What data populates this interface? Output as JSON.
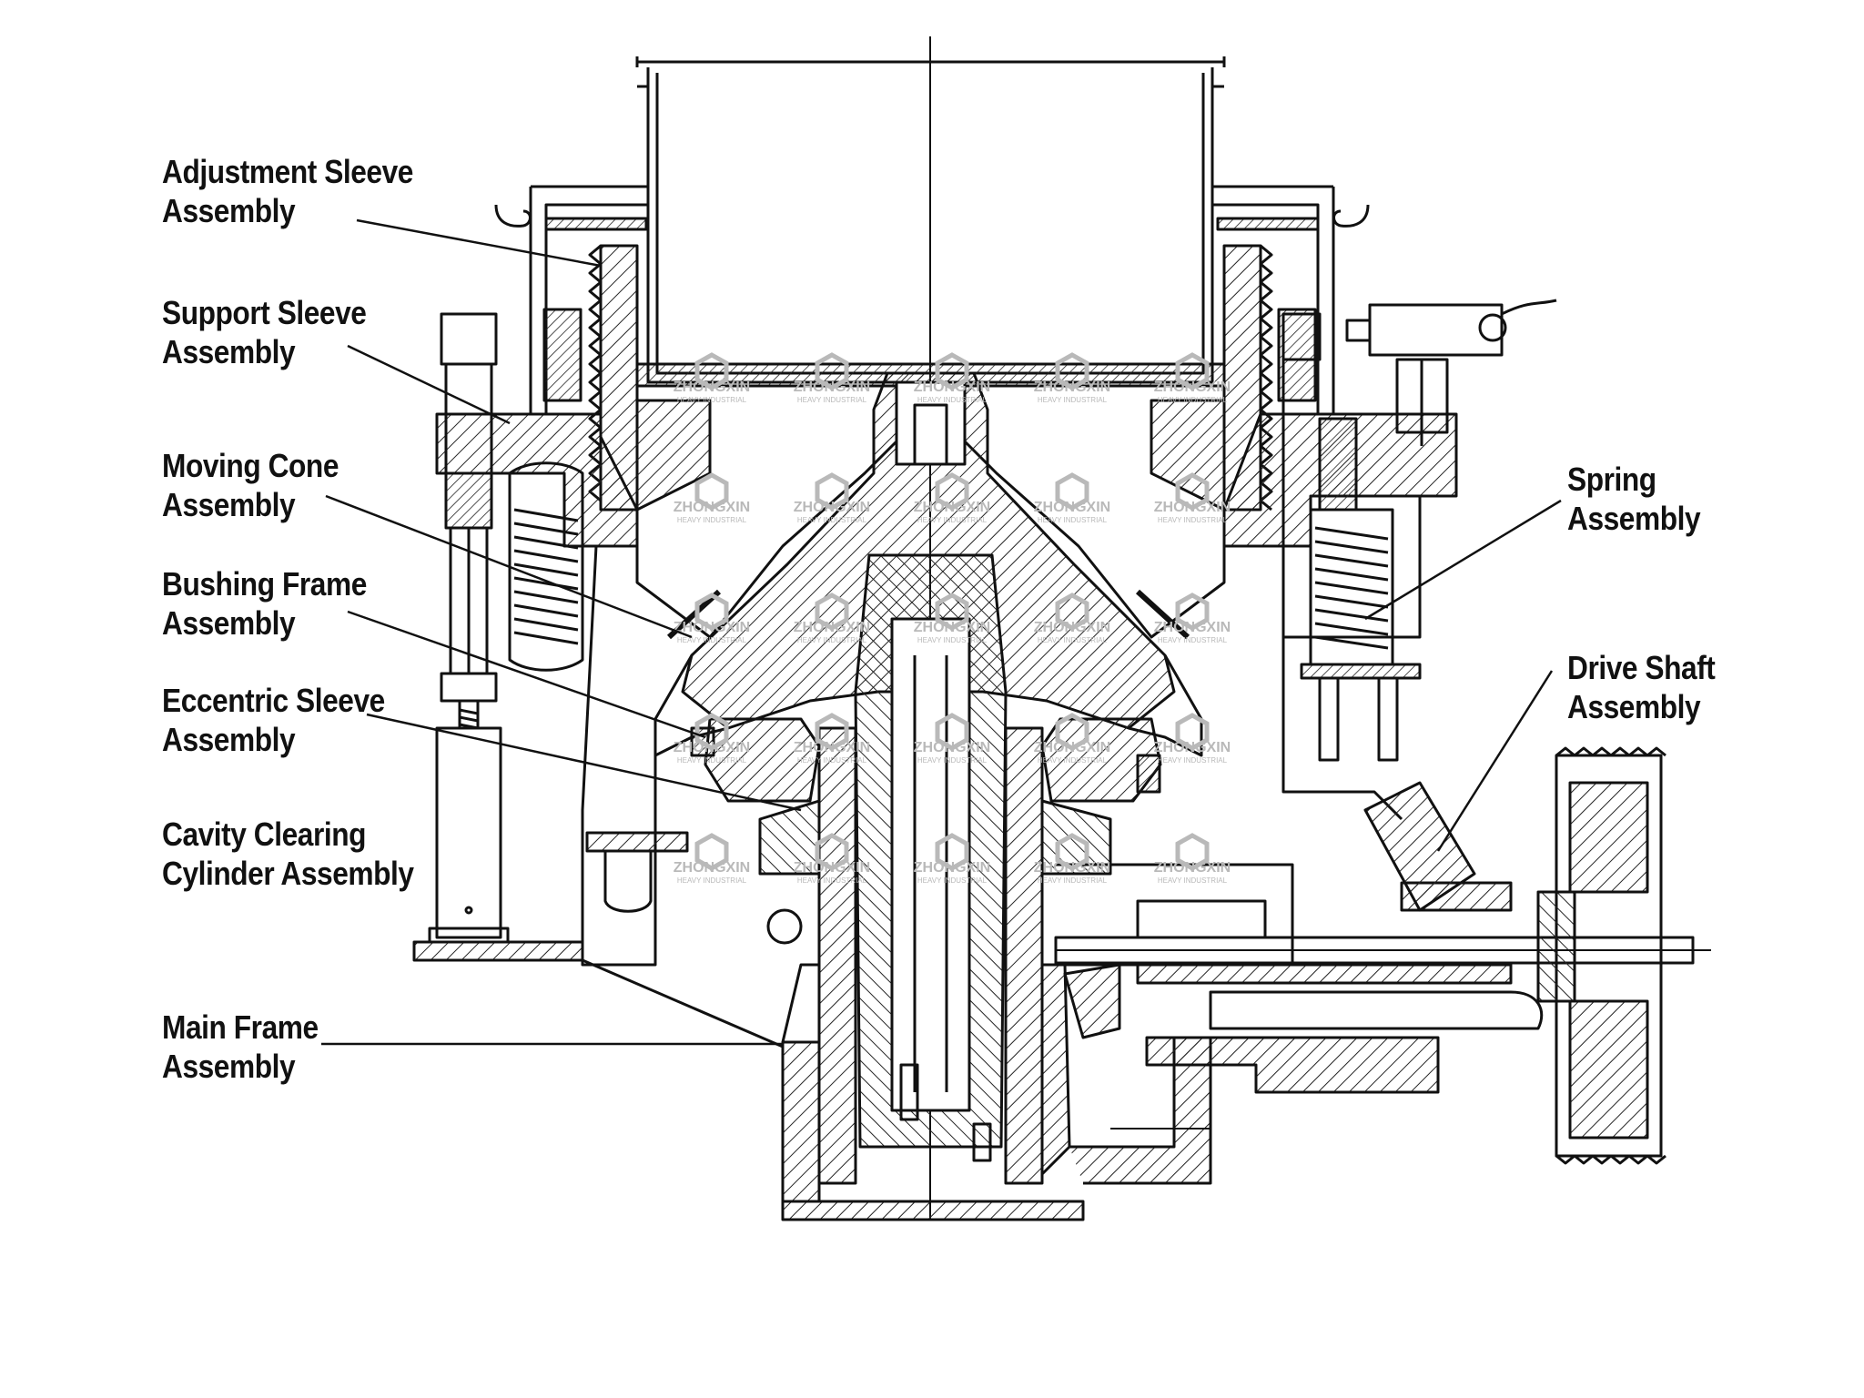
{
  "labels": {
    "adjustment_sleeve": [
      "Adjustment Sleeve",
      "Assembly"
    ],
    "support_sleeve": [
      "Support Sleeve",
      "Assembly"
    ],
    "moving_cone": [
      "Moving Cone",
      "Assembly"
    ],
    "bushing_frame": [
      "Bushing Frame",
      "Assembly"
    ],
    "eccentric_sleeve": [
      "Eccentric Sleeve",
      "Assembly"
    ],
    "cavity_clearing": [
      "Cavity Clearing",
      "Cylinder Assembly"
    ],
    "main_frame": [
      "Main Frame",
      "Assembly"
    ],
    "spring": [
      "Spring",
      "Assembly"
    ],
    "drive_shaft": [
      "Drive Shaft",
      "Assembly"
    ]
  },
  "watermark": {
    "brand": "ZHONGXIN",
    "sub": "HEAVY INDUSTRIAL"
  },
  "colors": {
    "line": "#111111",
    "watermark": "#b9b9b9",
    "background": "#ffffff"
  }
}
